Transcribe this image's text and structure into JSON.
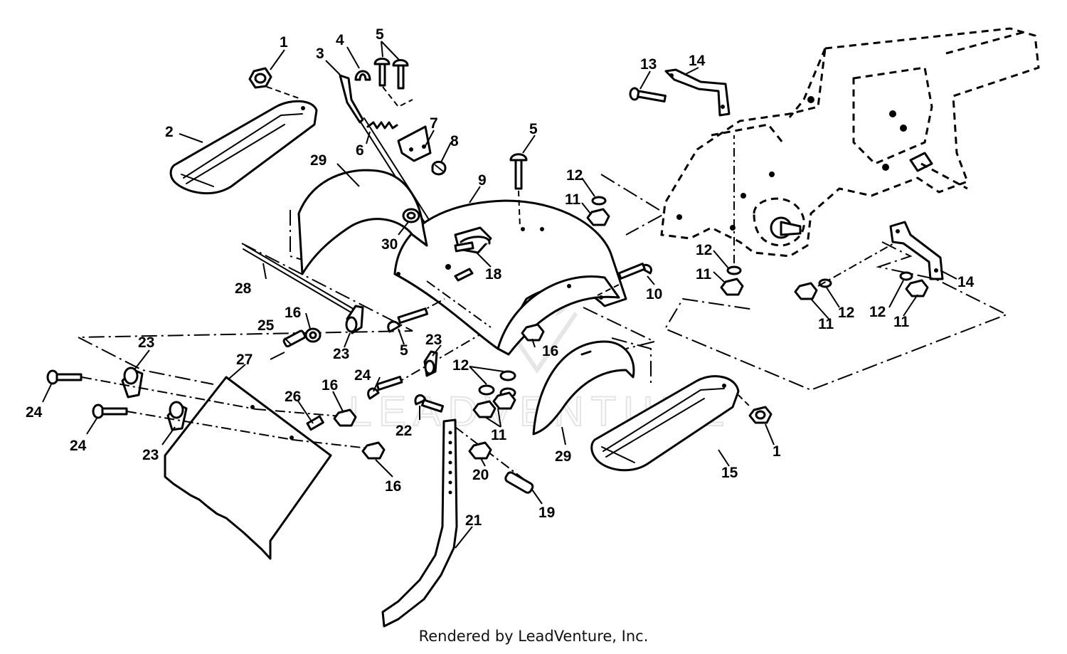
{
  "watermark": "LEADVENTURE",
  "footer": "Rendered by LeadVenture, Inc.",
  "callouts": [
    {
      "id": "c1a",
      "text": "1"
    },
    {
      "id": "c1b",
      "text": "1"
    },
    {
      "id": "c2",
      "text": "2"
    },
    {
      "id": "c3",
      "text": "3"
    },
    {
      "id": "c4",
      "text": "4"
    },
    {
      "id": "c5a",
      "text": "5"
    },
    {
      "id": "c5b",
      "text": "5"
    },
    {
      "id": "c5c",
      "text": "5"
    },
    {
      "id": "c6",
      "text": "6"
    },
    {
      "id": "c7",
      "text": "7"
    },
    {
      "id": "c8",
      "text": "8"
    },
    {
      "id": "c9",
      "text": "9"
    },
    {
      "id": "c10",
      "text": "10"
    },
    {
      "id": "c11a",
      "text": "11"
    },
    {
      "id": "c11b",
      "text": "11"
    },
    {
      "id": "c11c",
      "text": "11"
    },
    {
      "id": "c11d",
      "text": "11"
    },
    {
      "id": "c11e",
      "text": "11"
    },
    {
      "id": "c12a",
      "text": "12"
    },
    {
      "id": "c12b",
      "text": "12"
    },
    {
      "id": "c12c",
      "text": "12"
    },
    {
      "id": "c12d",
      "text": "12"
    },
    {
      "id": "c12e",
      "text": "12"
    },
    {
      "id": "c13",
      "text": "13"
    },
    {
      "id": "c14a",
      "text": "14"
    },
    {
      "id": "c14b",
      "text": "14"
    },
    {
      "id": "c15",
      "text": "15"
    },
    {
      "id": "c16a",
      "text": "16"
    },
    {
      "id": "c16b",
      "text": "16"
    },
    {
      "id": "c16c",
      "text": "16"
    },
    {
      "id": "c16d",
      "text": "16"
    },
    {
      "id": "c18",
      "text": "18"
    },
    {
      "id": "c19",
      "text": "19"
    },
    {
      "id": "c20",
      "text": "20"
    },
    {
      "id": "c21",
      "text": "21"
    },
    {
      "id": "c22",
      "text": "22"
    },
    {
      "id": "c23a",
      "text": "23"
    },
    {
      "id": "c23b",
      "text": "23"
    },
    {
      "id": "c23c",
      "text": "23"
    },
    {
      "id": "c23d",
      "text": "23"
    },
    {
      "id": "c24a",
      "text": "24"
    },
    {
      "id": "c24b",
      "text": "24"
    },
    {
      "id": "c24c",
      "text": "24"
    },
    {
      "id": "c25",
      "text": "25"
    },
    {
      "id": "c26",
      "text": "26"
    },
    {
      "id": "c27",
      "text": "27"
    },
    {
      "id": "c28",
      "text": "28"
    },
    {
      "id": "c29a",
      "text": "29"
    },
    {
      "id": "c29b",
      "text": "29"
    },
    {
      "id": "c30",
      "text": "30"
    }
  ]
}
